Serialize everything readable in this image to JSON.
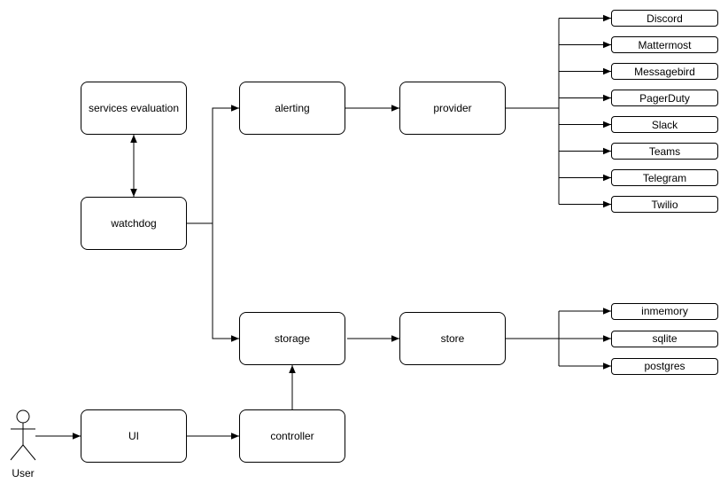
{
  "diagram": {
    "nodes": {
      "services_evaluation": "services evaluation",
      "watchdog": "watchdog",
      "alerting": "alerting",
      "provider": "provider",
      "storage": "storage",
      "store": "store",
      "ui": "UI",
      "controller": "controller"
    },
    "providers": [
      "Discord",
      "Mattermost",
      "Messagebird",
      "PagerDuty",
      "Slack",
      "Teams",
      "Telegram",
      "Twilio"
    ],
    "stores": [
      "inmemory",
      "sqlite",
      "postgres"
    ],
    "actor_label": "User",
    "colors": {
      "stroke": "#000000",
      "node_fill": "#ffffff",
      "text": "#000000",
      "background": "#ffffff"
    }
  }
}
